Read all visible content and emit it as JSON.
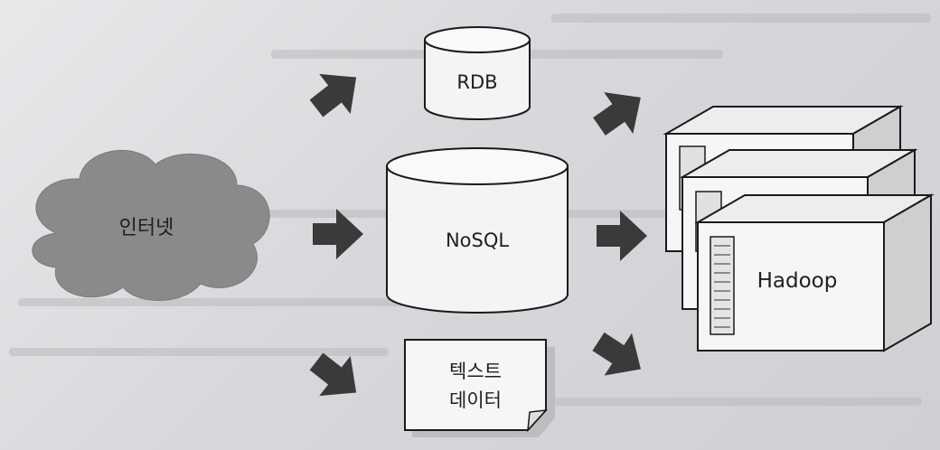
{
  "nodes": {
    "internet": "인터넷",
    "rdb": "RDB",
    "nosql": "NoSQL",
    "text_line1": "텍스트",
    "text_line2": "데이터",
    "hadoop": "Hadoop"
  },
  "colors": {
    "cloud": "#8a8a8a",
    "arrow": "#3a3a3a",
    "node_fill": "#f4f4f4",
    "stroke": "#1a1a1a"
  }
}
